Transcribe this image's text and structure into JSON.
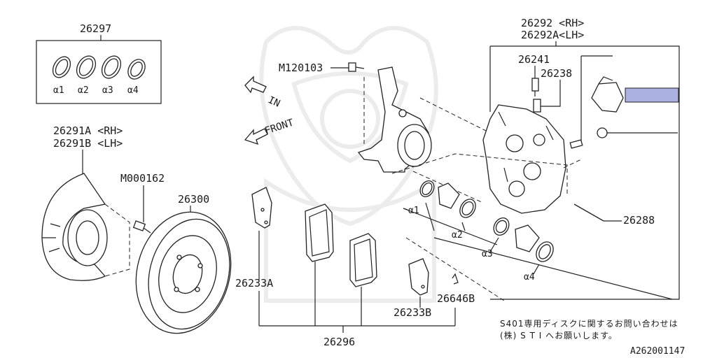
{
  "labels": {
    "p26297": "26297",
    "a1_top": "α1",
    "a2_top": "α2",
    "a3_top": "α3",
    "a4_top": "α4",
    "p26291a": "26291A <RH>",
    "p26291b": "26291B <LH>",
    "m000162": "M000162",
    "p26300": "26300",
    "m120103": "M120103",
    "in_arrow": "IN",
    "front_arrow": "FRONT",
    "p26292": "26292 <RH>",
    "p26292a": "26292A<LH>",
    "p26241": "26241",
    "p26238": "26238",
    "p26288": "26288",
    "a1": "α1",
    "a2": "α2",
    "a3": "α3",
    "a4": "α4",
    "p26233a": "26233A",
    "p26233b": "26233B",
    "p26646b": "26646B",
    "p26296": "26296",
    "note_line1": "S401専用ディスクに関するお問い合わせは",
    "note_line2": "(株) S T I へお願いします。",
    "diagram_id": "A262001147"
  },
  "colors": {
    "highlight": "#aab0e0",
    "line": "#222222"
  }
}
